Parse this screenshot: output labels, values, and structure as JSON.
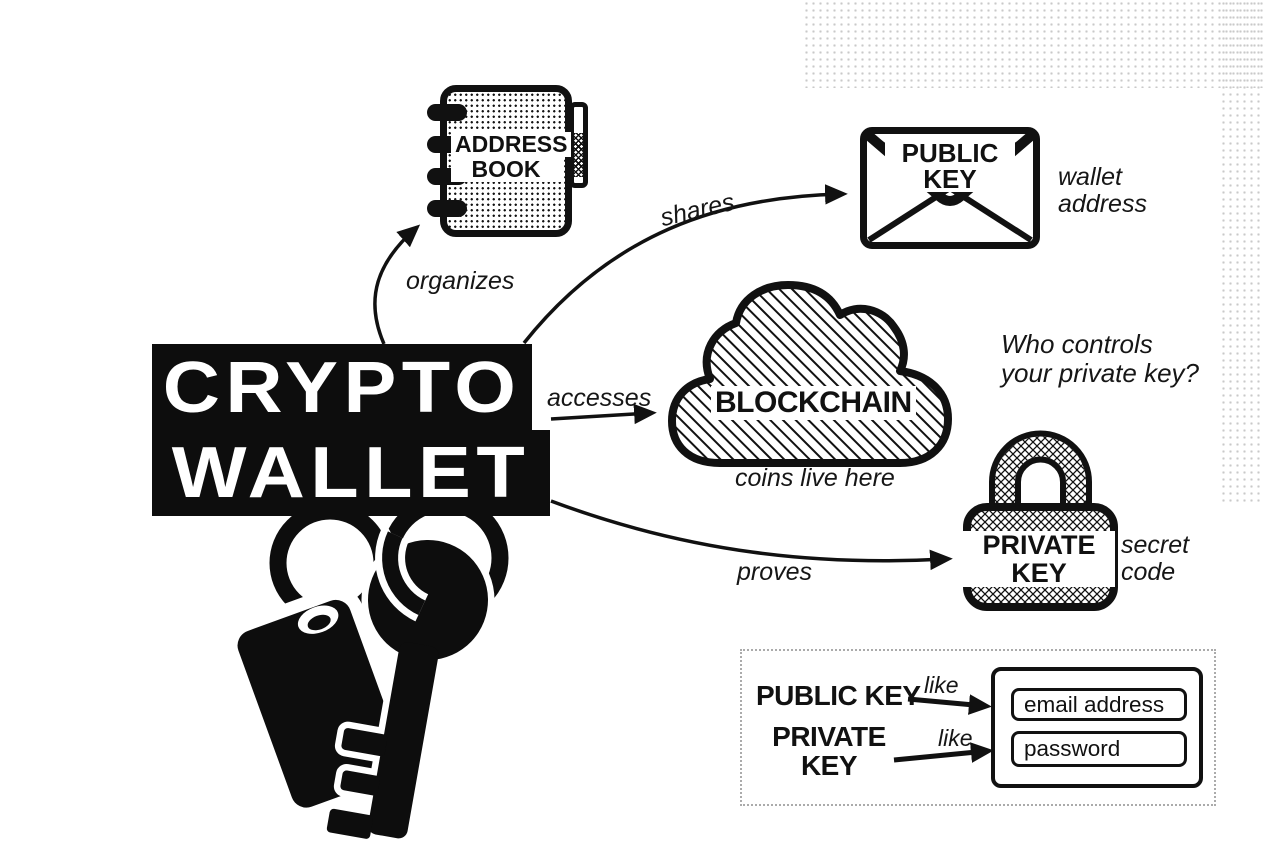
{
  "title": {
    "line1": "CRYPTO",
    "line2": "WALLET"
  },
  "nodes": {
    "address_book": {
      "line1": "ADDRESS",
      "line2": "BOOK"
    },
    "public_key": {
      "line1": "PUBLIC",
      "line2": "KEY",
      "caption1": "wallet",
      "caption2": "address"
    },
    "blockchain": {
      "label": "BLOCKCHAIN",
      "caption": "coins live here"
    },
    "private_key": {
      "line1": "PRIVATE",
      "line2": "KEY",
      "caption1": "secret",
      "caption2": "code"
    }
  },
  "edges": {
    "organizes": "organizes",
    "shares": "shares",
    "accesses": "accesses",
    "proves": "proves"
  },
  "question": {
    "line1": "Who controls",
    "line2": "your private key?"
  },
  "legend": {
    "public_key": "PUBLIC KEY",
    "private_key_line1": "PRIVATE",
    "private_key_line2": "KEY",
    "like_public": "like",
    "like_private": "like",
    "email": "email address",
    "password": "password"
  },
  "colors": {
    "ink": "#111111",
    "background_dots": "#c9c9c9"
  }
}
